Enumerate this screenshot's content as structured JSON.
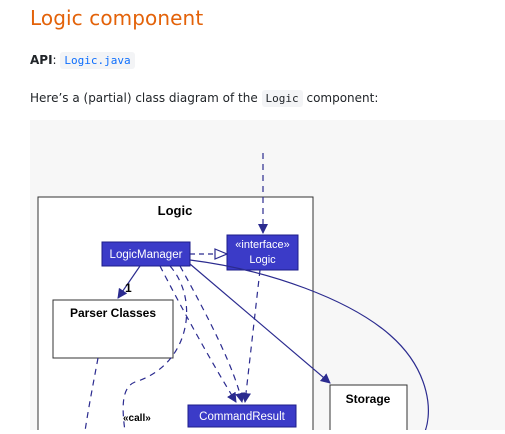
{
  "section": {
    "title": "Logic component",
    "api_label": "API",
    "api_sep": ": ",
    "api_link": "Logic.java",
    "desc_prefix": "Here’s a (partial) class diagram of the ",
    "desc_code": "Logic",
    "desc_suffix": " component:"
  },
  "diagram": {
    "package_label": "Logic",
    "logic_manager": "LogicManager",
    "interface_stereotype": "«interface»",
    "interface_name": "Logic",
    "multiplicity": "1",
    "parser_classes": "Parser Classes",
    "storage": "Storage",
    "call_label": "«call»",
    "command_result": "CommandResult",
    "colors": {
      "class_fill": "#3b3bc8",
      "arrow": "#2b2b8f",
      "heading": "#e36209"
    }
  }
}
